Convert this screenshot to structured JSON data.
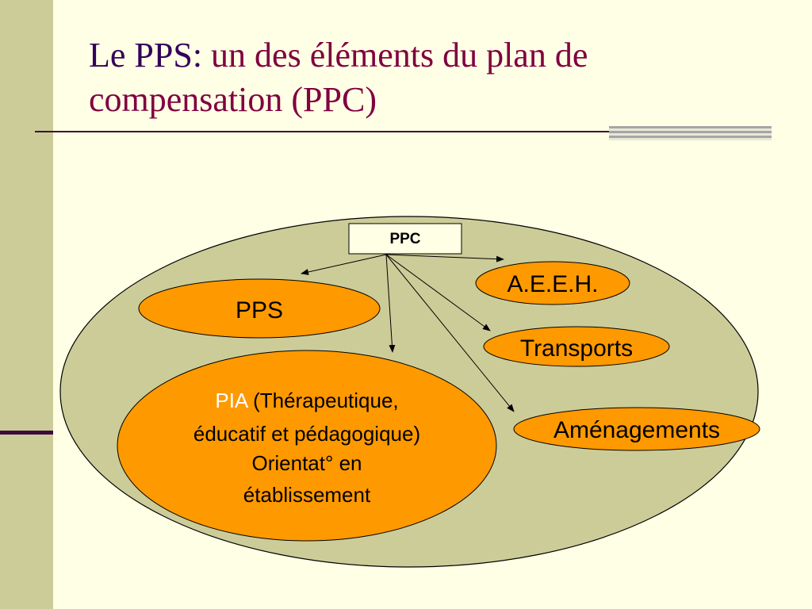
{
  "slide": {
    "title_prefix": "Le PPS:",
    "title_rest": " un des éléments du plan de compensation (PPC)"
  },
  "diagram": {
    "root": "PPC",
    "pps": "PPS",
    "aeeh": "A.E.E.H.",
    "transports": "Transports",
    "amenagements": "Aménagements",
    "pia": {
      "label": "PIA",
      "line1_rest": " (Thérapeutique,",
      "line2": "éducatif et pédagogique)",
      "line3": "Orientat° en",
      "line4": "établissement"
    }
  },
  "colors": {
    "background": "#FFFFE5",
    "left_bar": "#CCCC99",
    "title": "#800040",
    "title_prefix": "#33005A",
    "big_ellipse": "#CCCC99",
    "node_fill": "#FF9900",
    "pia_label": "#FFFFFF"
  }
}
